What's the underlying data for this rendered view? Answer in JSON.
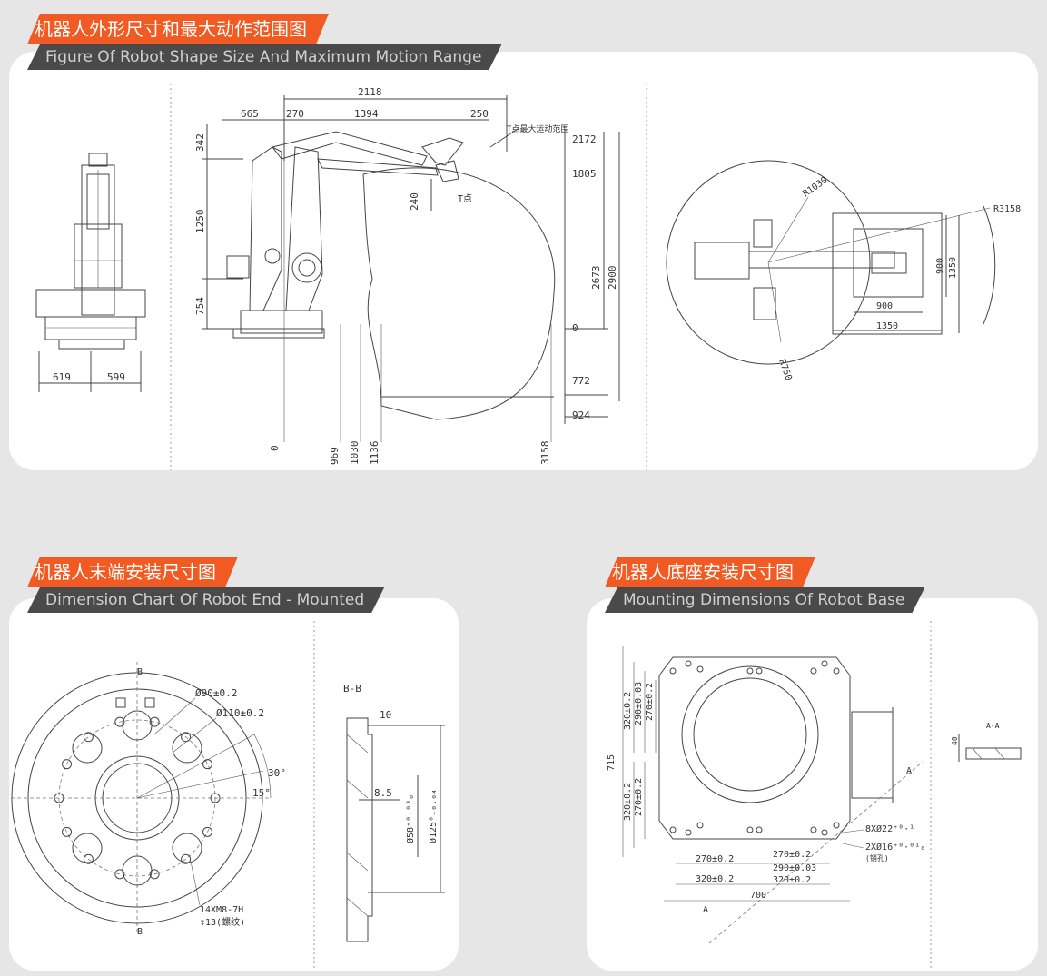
{
  "sections": {
    "shape": {
      "title_cn": "机器人外形尺寸和最大动作范围图",
      "title_en": "Figure Of Robot Shape Size And Maximum Motion Range"
    },
    "end": {
      "title_cn": "机器人末端安装尺寸图",
      "title_en": "Dimension Chart Of Robot End - Mounted"
    },
    "base": {
      "title_cn": "机器人底座安装尺寸图",
      "title_en": "Mounting Dimensions Of Robot Base"
    }
  },
  "front_view": {
    "dims": [
      "619",
      "599"
    ]
  },
  "side_view": {
    "top_dims": [
      "2118",
      "665",
      "270",
      "1394",
      "250"
    ],
    "left_dims": [
      "342",
      "1250",
      "754"
    ],
    "right_dims": [
      "2172",
      "1805",
      "0",
      "772",
      "924"
    ],
    "vertical_dims": [
      "2673",
      "2900",
      "240"
    ],
    "bottom_dims": [
      "0",
      "969",
      "1030",
      "1136",
      "3158"
    ],
    "note": "T点最大运动范围",
    "point_label": "T点"
  },
  "top_view": {
    "radii": [
      "R1030",
      "R3158",
      "R750"
    ],
    "dims": [
      "900",
      "1350",
      "900",
      "1350"
    ]
  },
  "flange": {
    "section_label": "B",
    "d1": "Ø90±0.2",
    "d2": "Ø110±0.2",
    "angle1": "30°",
    "angle2": "15°",
    "holes_line1": "14XM8-7H",
    "holes_line2": "↧13(螺纹)"
  },
  "flange_section": {
    "label": "B-B",
    "dim1": "10",
    "dim2": "8.5",
    "dim3": "Ø58⁺⁰·⁰³₀",
    "dim4": "Ø125⁰₋₀.₀₄"
  },
  "base_plate": {
    "vertical": [
      "320±0.2",
      "290±0.03",
      "270±0.2",
      "715",
      "320±0.2",
      "270±0.2"
    ],
    "horizontal": [
      "270±0.2",
      "270±0.2",
      "290±0.03",
      "320±0.2",
      "320±0.2",
      "700"
    ],
    "holes1": "8XØ22⁺⁰·¹",
    "holes2": "2XØ16⁺⁰·⁰¹₀",
    "holes2_note": "(销孔)",
    "section_mark": "A",
    "aa_label": "A-A",
    "aa_dim": "40"
  }
}
